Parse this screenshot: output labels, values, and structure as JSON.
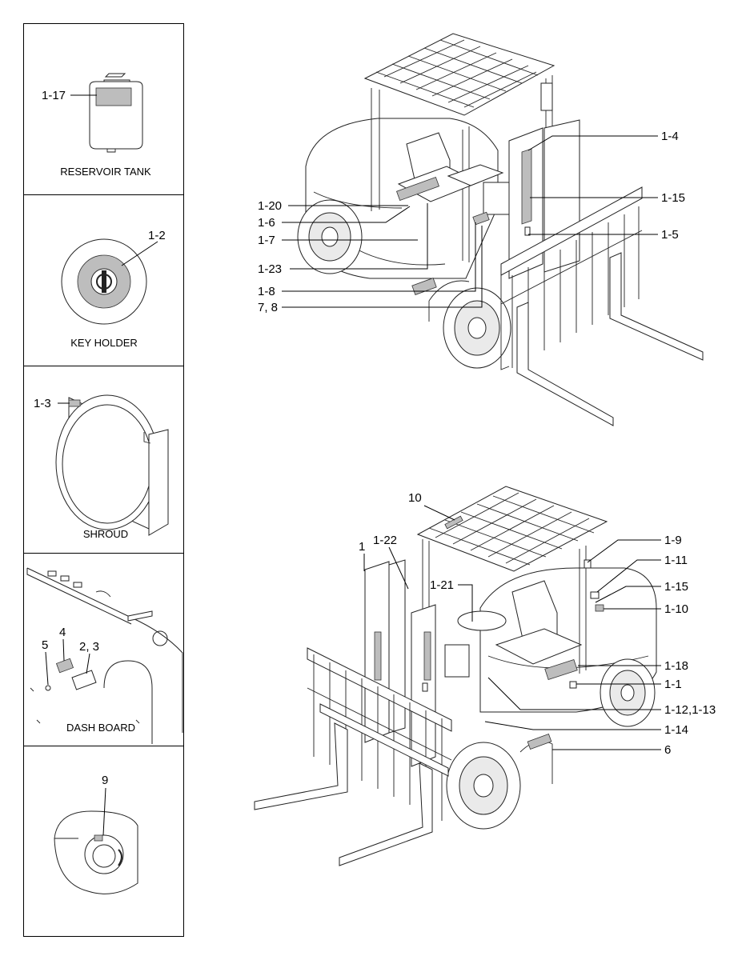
{
  "panels": {
    "reservoir_tank": {
      "caption": "RESERVOIR TANK",
      "callout": "1-17"
    },
    "key_holder": {
      "caption": "KEY HOLDER",
      "callout": "1-2"
    },
    "shroud": {
      "caption": "SHROUD",
      "callout": "1-3"
    },
    "dash_board": {
      "caption": "DASH BOARD",
      "callouts": [
        "5",
        "4",
        "2, 3"
      ]
    },
    "lever": {
      "callout": "9"
    }
  },
  "top_view": {
    "callouts_left": [
      "1-20",
      "1-6",
      "1-7",
      "1-23",
      "1-8",
      "7, 8"
    ],
    "callouts_right": [
      "1-4",
      "1-15",
      "1-5"
    ]
  },
  "bottom_view": {
    "callouts_top": [
      "10",
      "1",
      "1-22",
      "1-21"
    ],
    "callouts_right": [
      "1-9",
      "1-11",
      "1-15",
      "1-10",
      "1-18",
      "1-1",
      "1-12,1-13",
      "1-14",
      "6"
    ]
  }
}
